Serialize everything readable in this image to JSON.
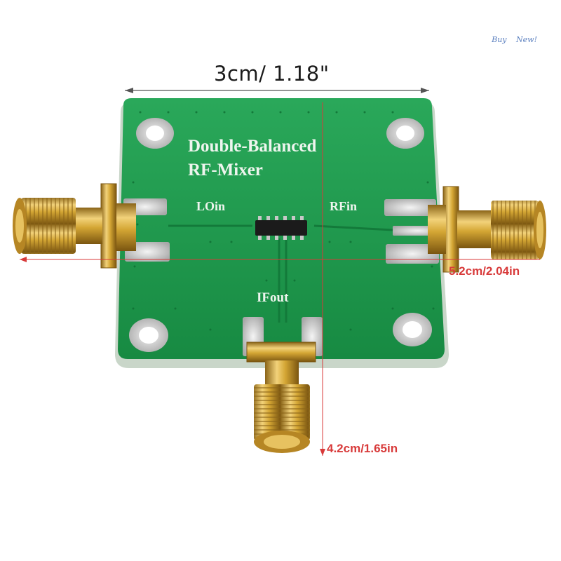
{
  "watermark": "Buy New!",
  "dimensions": {
    "width": "3cm/ 1.18\"",
    "length": "5.2cm/2.04in",
    "height": "4.2cm/1.65in"
  },
  "board": {
    "title_line1": "Double-Balanced",
    "title_line2": "RF-Mixer",
    "port_lo": "LOin",
    "port_rf": "RFin",
    "port_if": "IFout"
  },
  "colors": {
    "pcb": "#1f9a4e",
    "gold": "#d4a634",
    "dimension_line": "#d83a3a"
  }
}
